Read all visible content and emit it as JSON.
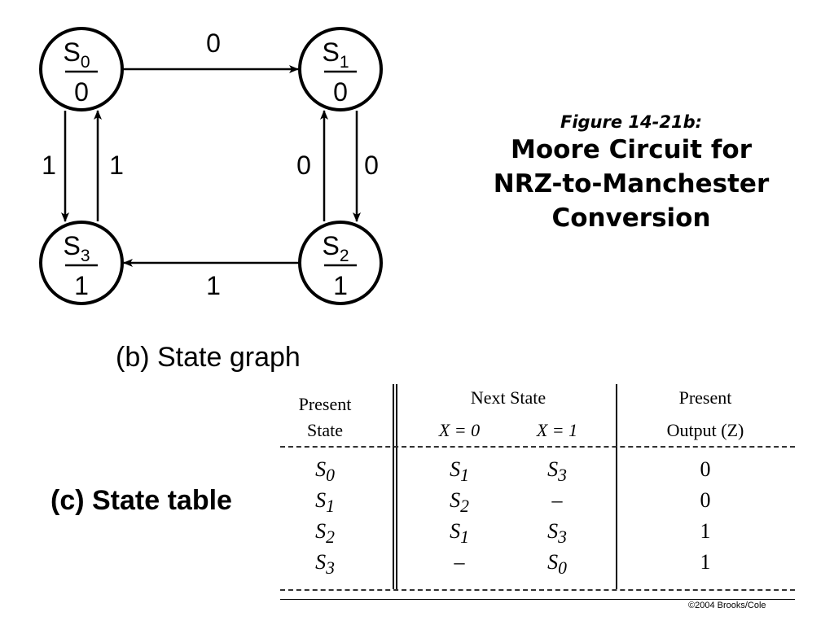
{
  "graph": {
    "states": [
      {
        "name": "S",
        "sub": "0",
        "output": "0"
      },
      {
        "name": "S",
        "sub": "1",
        "output": "0"
      },
      {
        "name": "S",
        "sub": "2",
        "output": "1"
      },
      {
        "name": "S",
        "sub": "3",
        "output": "1"
      }
    ],
    "transitions": {
      "s0_to_s1": "0",
      "s0_to_s3": "1",
      "s3_to_s0": "1",
      "s1_to_s2": "0",
      "s2_to_s1": "0",
      "s2_to_s3": "1"
    },
    "caption": "(b) State graph"
  },
  "figure": {
    "label": "Figure 14-21b:",
    "title_lines": [
      "Moore Circuit for",
      "NRZ-to-Manchester",
      "Conversion"
    ]
  },
  "state_table": {
    "caption": "(c) State table",
    "headers": {
      "present_state": [
        "Present",
        "State"
      ],
      "next_state": "Next State",
      "x0": "X = 0",
      "x1": "X = 1",
      "present_output": [
        "Present",
        "Output (Z)"
      ]
    },
    "rows": [
      {
        "present": "S",
        "present_sub": "0",
        "x0": "S",
        "x0_sub": "1",
        "x1": "S",
        "x1_sub": "3",
        "z": "0"
      },
      {
        "present": "S",
        "present_sub": "1",
        "x0": "S",
        "x0_sub": "2",
        "x1": "–",
        "x1_sub": "",
        "z": "0"
      },
      {
        "present": "S",
        "present_sub": "2",
        "x0": "S",
        "x0_sub": "1",
        "x1": "S",
        "x1_sub": "3",
        "z": "1"
      },
      {
        "present": "S",
        "present_sub": "3",
        "x0": "–",
        "x0_sub": "",
        "x1": "S",
        "x1_sub": "0",
        "z": "1"
      }
    ]
  },
  "copyright": "©2004 Brooks/Cole"
}
